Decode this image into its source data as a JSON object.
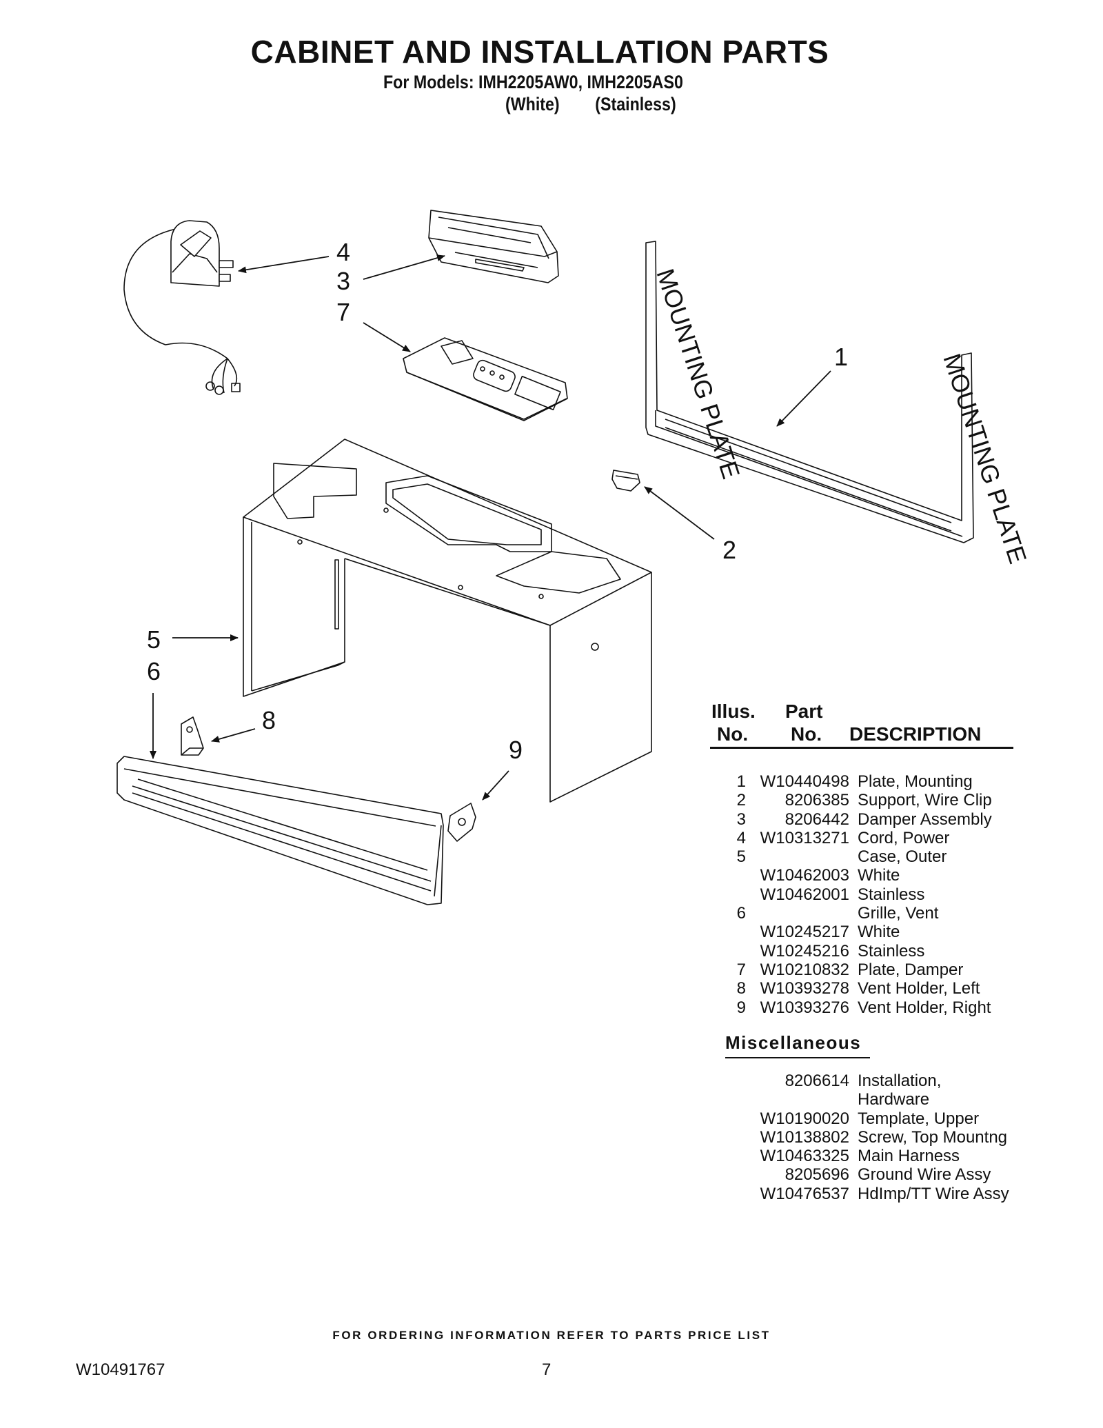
{
  "header": {
    "title": "CABINET AND INSTALLATION PARTS",
    "models_line": "For Models: IMH2205AW0, IMH2205AS0",
    "variant_white": "(White)",
    "variant_stainless": "(Stainless)"
  },
  "diagram": {
    "callouts": [
      "4",
      "3",
      "7",
      "1",
      "2",
      "5",
      "6",
      "8",
      "9"
    ],
    "mounting_plate_text": "MOUNTING PLATE"
  },
  "table": {
    "col_illus_1": "Illus.",
    "col_illus_2": "No.",
    "col_part_1": "Part",
    "col_part_2": "No.",
    "col_desc": "DESCRIPTION",
    "rows": [
      {
        "illus": "1",
        "part": "W10440498",
        "desc": "Plate, Mounting"
      },
      {
        "illus": "2",
        "part": "8206385",
        "desc": "Support, Wire Clip"
      },
      {
        "illus": "3",
        "part": "8206442",
        "desc": "Damper Assembly"
      },
      {
        "illus": "4",
        "part": "W10313271",
        "desc": "Cord, Power"
      },
      {
        "illus": "5",
        "part": "",
        "desc": "Case, Outer"
      },
      {
        "illus": "",
        "part": "W10462003",
        "desc": "White"
      },
      {
        "illus": "",
        "part": "W10462001",
        "desc": "Stainless"
      },
      {
        "illus": "6",
        "part": "",
        "desc": "Grille, Vent"
      },
      {
        "illus": "",
        "part": "W10245217",
        "desc": "White"
      },
      {
        "illus": "",
        "part": "W10245216",
        "desc": "Stainless"
      },
      {
        "illus": "7",
        "part": "W10210832",
        "desc": "Plate, Damper"
      },
      {
        "illus": "8",
        "part": "W10393278",
        "desc": "Vent Holder, Left"
      },
      {
        "illus": "9",
        "part": "W10393276",
        "desc": "Vent Holder, Right"
      }
    ]
  },
  "misc": {
    "title": "Miscellaneous",
    "rows": [
      {
        "part": "8206614",
        "desc": "Installation,"
      },
      {
        "part": "",
        "desc": "Hardware"
      },
      {
        "part": "W10190020",
        "desc": "Template, Upper"
      },
      {
        "part": "W10138802",
        "desc": "Screw, Top Mountng"
      },
      {
        "part": "W10463325",
        "desc": "Main Harness"
      },
      {
        "part": "8205696",
        "desc": "Ground Wire Assy"
      },
      {
        "part": "W10476537",
        "desc": "HdImp/TT Wire Assy"
      }
    ]
  },
  "footer": {
    "ordering_note": "FOR ORDERING INFORMATION REFER TO PARTS PRICE LIST",
    "doc_number": "W10491767",
    "page_number": "7"
  }
}
